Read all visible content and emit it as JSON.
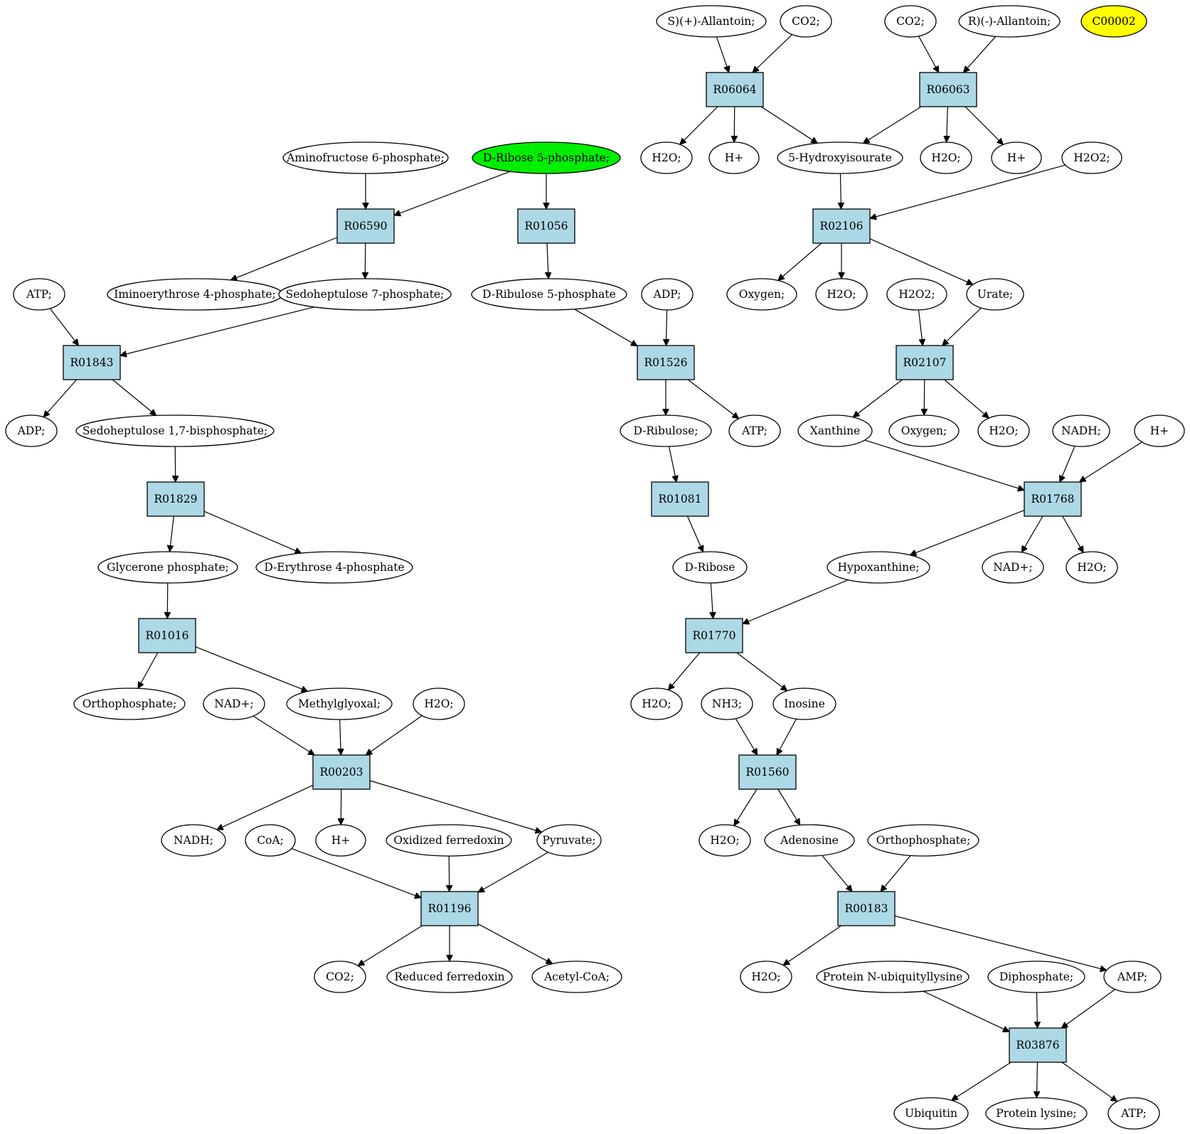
{
  "colors": {
    "reaction_fill": "#add8e6",
    "compound_fill": "#ffffff",
    "highlight_green": "#00ee00",
    "highlight_yellow": "#ffff00"
  },
  "nodes": [
    {
      "id": "s_allantoin",
      "kind": "compound",
      "label": "S)(+)-Allantoin;"
    },
    {
      "id": "co2_a",
      "kind": "compound",
      "label": "CO2;"
    },
    {
      "id": "co2_b",
      "kind": "compound",
      "label": "CO2;"
    },
    {
      "id": "r_allantoin",
      "kind": "compound",
      "label": "R)(-)-Allantoin;"
    },
    {
      "id": "c00002",
      "kind": "compound",
      "label": "C00002",
      "highlight": "yellow"
    },
    {
      "id": "R06064",
      "kind": "reaction",
      "label": "R06064"
    },
    {
      "id": "R06063",
      "kind": "reaction",
      "label": "R06063"
    },
    {
      "id": "h2o_a",
      "kind": "compound",
      "label": "H2O;"
    },
    {
      "id": "hplus_a",
      "kind": "compound",
      "label": "H+"
    },
    {
      "id": "hydroxyisourate",
      "kind": "compound",
      "label": "5-Hydroxyisourate"
    },
    {
      "id": "h2o_b",
      "kind": "compound",
      "label": "H2O;"
    },
    {
      "id": "hplus_b",
      "kind": "compound",
      "label": "H+"
    },
    {
      "id": "h2o2_a",
      "kind": "compound",
      "label": "H2O2;"
    },
    {
      "id": "aminofructose",
      "kind": "compound",
      "label": "Aminofructose 6-phosphate;"
    },
    {
      "id": "ribose5p",
      "kind": "compound",
      "label": "D-Ribose 5-phosphate;",
      "highlight": "green"
    },
    {
      "id": "R06590",
      "kind": "reaction",
      "label": "R06590"
    },
    {
      "id": "R01056",
      "kind": "reaction",
      "label": "R01056"
    },
    {
      "id": "R02106",
      "kind": "reaction",
      "label": "R02106"
    },
    {
      "id": "atp_a",
      "kind": "compound",
      "label": "ATP;"
    },
    {
      "id": "iminoerythrose",
      "kind": "compound",
      "label": "Iminoerythrose 4-phosphate;"
    },
    {
      "id": "sedoheptulose7p",
      "kind": "compound",
      "label": "Sedoheptulose 7-phosphate;"
    },
    {
      "id": "ribulose5p",
      "kind": "compound",
      "label": "D-Ribulose 5-phosphate"
    },
    {
      "id": "adp_a",
      "kind": "compound",
      "label": "ADP;"
    },
    {
      "id": "oxygen_a",
      "kind": "compound",
      "label": "Oxygen;"
    },
    {
      "id": "h2o_c",
      "kind": "compound",
      "label": "H2O;"
    },
    {
      "id": "h2o2_b",
      "kind": "compound",
      "label": "H2O2;"
    },
    {
      "id": "urate",
      "kind": "compound",
      "label": "Urate;"
    },
    {
      "id": "R01843",
      "kind": "reaction",
      "label": "R01843"
    },
    {
      "id": "R01526",
      "kind": "reaction",
      "label": "R01526"
    },
    {
      "id": "R02107",
      "kind": "reaction",
      "label": "R02107"
    },
    {
      "id": "adp_b",
      "kind": "compound",
      "label": "ADP;"
    },
    {
      "id": "sedoheptulose17bp",
      "kind": "compound",
      "label": "Sedoheptulose 1,7-bisphosphate;"
    },
    {
      "id": "dribulose",
      "kind": "compound",
      "label": "D-Ribulose;"
    },
    {
      "id": "atp_b",
      "kind": "compound",
      "label": "ATP;"
    },
    {
      "id": "xanthine",
      "kind": "compound",
      "label": "Xanthine"
    },
    {
      "id": "oxygen_b",
      "kind": "compound",
      "label": "Oxygen;"
    },
    {
      "id": "h2o_d",
      "kind": "compound",
      "label": "H2O;"
    },
    {
      "id": "nadh_a",
      "kind": "compound",
      "label": "NADH;"
    },
    {
      "id": "hplus_c",
      "kind": "compound",
      "label": "H+"
    },
    {
      "id": "R01829",
      "kind": "reaction",
      "label": "R01829"
    },
    {
      "id": "R01081",
      "kind": "reaction",
      "label": "R01081"
    },
    {
      "id": "R01768",
      "kind": "reaction",
      "label": "R01768"
    },
    {
      "id": "glycerone",
      "kind": "compound",
      "label": "Glycerone phosphate;"
    },
    {
      "id": "erythrose4p",
      "kind": "compound",
      "label": "D-Erythrose 4-phosphate"
    },
    {
      "id": "dribose",
      "kind": "compound",
      "label": "D-Ribose"
    },
    {
      "id": "hypoxanthine",
      "kind": "compound",
      "label": "Hypoxanthine;"
    },
    {
      "id": "nadplus_a",
      "kind": "compound",
      "label": "NAD+;"
    },
    {
      "id": "h2o_e",
      "kind": "compound",
      "label": "H2O;"
    },
    {
      "id": "R01016",
      "kind": "reaction",
      "label": "R01016"
    },
    {
      "id": "R01770",
      "kind": "reaction",
      "label": "R01770"
    },
    {
      "id": "orthophosphate_a",
      "kind": "compound",
      "label": "Orthophosphate;"
    },
    {
      "id": "nadplus_b",
      "kind": "compound",
      "label": "NAD+;"
    },
    {
      "id": "methylglyoxal",
      "kind": "compound",
      "label": "Methylglyoxal;"
    },
    {
      "id": "h2o_f",
      "kind": "compound",
      "label": "H2O;"
    },
    {
      "id": "h2o_g",
      "kind": "compound",
      "label": "H2O;"
    },
    {
      "id": "nh3",
      "kind": "compound",
      "label": "NH3;"
    },
    {
      "id": "inosine",
      "kind": "compound",
      "label": "Inosine"
    },
    {
      "id": "R00203",
      "kind": "reaction",
      "label": "R00203"
    },
    {
      "id": "R01560",
      "kind": "reaction",
      "label": "R01560"
    },
    {
      "id": "nadh_b",
      "kind": "compound",
      "label": "NADH;"
    },
    {
      "id": "coa",
      "kind": "compound",
      "label": "CoA;"
    },
    {
      "id": "hplus_d",
      "kind": "compound",
      "label": "H+"
    },
    {
      "id": "oxferredoxin",
      "kind": "compound",
      "label": "Oxidized ferredoxin"
    },
    {
      "id": "pyruvate",
      "kind": "compound",
      "label": "Pyruvate;"
    },
    {
      "id": "h2o_h",
      "kind": "compound",
      "label": "H2O;"
    },
    {
      "id": "adenosine",
      "kind": "compound",
      "label": "Adenosine"
    },
    {
      "id": "orthophosphate_b",
      "kind": "compound",
      "label": "Orthophosphate;"
    },
    {
      "id": "R01196",
      "kind": "reaction",
      "label": "R01196"
    },
    {
      "id": "R00183",
      "kind": "reaction",
      "label": "R00183"
    },
    {
      "id": "co2_c",
      "kind": "compound",
      "label": "CO2;"
    },
    {
      "id": "redferredoxin",
      "kind": "compound",
      "label": "Reduced ferredoxin"
    },
    {
      "id": "acetylcoa",
      "kind": "compound",
      "label": "Acetyl-CoA;"
    },
    {
      "id": "h2o_i",
      "kind": "compound",
      "label": "H2O;"
    },
    {
      "id": "ubiquityllysine",
      "kind": "compound",
      "label": "Protein N-ubiquityllysine"
    },
    {
      "id": "diphosphate",
      "kind": "compound",
      "label": "Diphosphate;"
    },
    {
      "id": "amp",
      "kind": "compound",
      "label": "AMP;"
    },
    {
      "id": "R03876",
      "kind": "reaction",
      "label": "R03876"
    },
    {
      "id": "ubiquitin",
      "kind": "compound",
      "label": "Ubiquitin"
    },
    {
      "id": "proteinlysine",
      "kind": "compound",
      "label": "Protein lysine;"
    },
    {
      "id": "atp_c",
      "kind": "compound",
      "label": "ATP;"
    }
  ],
  "edges": [
    [
      "s_allantoin",
      "R06064"
    ],
    [
      "co2_a",
      "R06064"
    ],
    [
      "R06064",
      "h2o_a"
    ],
    [
      "R06064",
      "hplus_a"
    ],
    [
      "R06064",
      "hydroxyisourate"
    ],
    [
      "co2_b",
      "R06063"
    ],
    [
      "r_allantoin",
      "R06063"
    ],
    [
      "R06063",
      "hydroxyisourate"
    ],
    [
      "R06063",
      "h2o_b"
    ],
    [
      "R06063",
      "hplus_b"
    ],
    [
      "hydroxyisourate",
      "R02106"
    ],
    [
      "h2o2_a",
      "R02106"
    ],
    [
      "R02106",
      "oxygen_a"
    ],
    [
      "R02106",
      "h2o_c"
    ],
    [
      "R02106",
      "urate"
    ],
    [
      "h2o2_b",
      "R02107"
    ],
    [
      "urate",
      "R02107"
    ],
    [
      "R02107",
      "xanthine"
    ],
    [
      "R02107",
      "oxygen_b"
    ],
    [
      "R02107",
      "h2o_d"
    ],
    [
      "xanthine",
      "R01768"
    ],
    [
      "nadh_a",
      "R01768"
    ],
    [
      "hplus_c",
      "R01768"
    ],
    [
      "R01768",
      "hypoxanthine"
    ],
    [
      "R01768",
      "nadplus_a"
    ],
    [
      "R01768",
      "h2o_e"
    ],
    [
      "aminofructose",
      "R06590"
    ],
    [
      "ribose5p",
      "R06590"
    ],
    [
      "ribose5p",
      "R01056"
    ],
    [
      "R06590",
      "iminoerythrose"
    ],
    [
      "R06590",
      "sedoheptulose7p"
    ],
    [
      "R01056",
      "ribulose5p"
    ],
    [
      "atp_a",
      "R01843"
    ],
    [
      "sedoheptulose7p",
      "R01843"
    ],
    [
      "R01843",
      "adp_b"
    ],
    [
      "R01843",
      "sedoheptulose17bp"
    ],
    [
      "sedoheptulose17bp",
      "R01829"
    ],
    [
      "R01829",
      "glycerone"
    ],
    [
      "R01829",
      "erythrose4p"
    ],
    [
      "glycerone",
      "R01016"
    ],
    [
      "R01016",
      "orthophosphate_a"
    ],
    [
      "R01016",
      "methylglyoxal"
    ],
    [
      "nadplus_b",
      "R00203"
    ],
    [
      "methylglyoxal",
      "R00203"
    ],
    [
      "h2o_f",
      "R00203"
    ],
    [
      "R00203",
      "nadh_b"
    ],
    [
      "R00203",
      "hplus_d"
    ],
    [
      "R00203",
      "pyruvate"
    ],
    [
      "coa",
      "R01196"
    ],
    [
      "oxferredoxin",
      "R01196"
    ],
    [
      "pyruvate",
      "R01196"
    ],
    [
      "R01196",
      "co2_c"
    ],
    [
      "R01196",
      "redferredoxin"
    ],
    [
      "R01196",
      "acetylcoa"
    ],
    [
      "ribulose5p",
      "R01526"
    ],
    [
      "adp_a",
      "R01526"
    ],
    [
      "R01526",
      "dribulose"
    ],
    [
      "R01526",
      "atp_b"
    ],
    [
      "dribulose",
      "R01081"
    ],
    [
      "R01081",
      "dribose"
    ],
    [
      "dribose",
      "R01770"
    ],
    [
      "hypoxanthine",
      "R01770"
    ],
    [
      "R01770",
      "h2o_g"
    ],
    [
      "R01770",
      "inosine"
    ],
    [
      "nh3",
      "R01560"
    ],
    [
      "inosine",
      "R01560"
    ],
    [
      "R01560",
      "h2o_h"
    ],
    [
      "R01560",
      "adenosine"
    ],
    [
      "adenosine",
      "R00183"
    ],
    [
      "orthophosphate_b",
      "R00183"
    ],
    [
      "R00183",
      "h2o_i"
    ],
    [
      "R00183",
      "amp"
    ],
    [
      "ubiquityllysine",
      "R03876"
    ],
    [
      "diphosphate",
      "R03876"
    ],
    [
      "amp",
      "R03876"
    ],
    [
      "R03876",
      "ubiquitin"
    ],
    [
      "R03876",
      "proteinlysine"
    ],
    [
      "R03876",
      "atp_c"
    ]
  ]
}
